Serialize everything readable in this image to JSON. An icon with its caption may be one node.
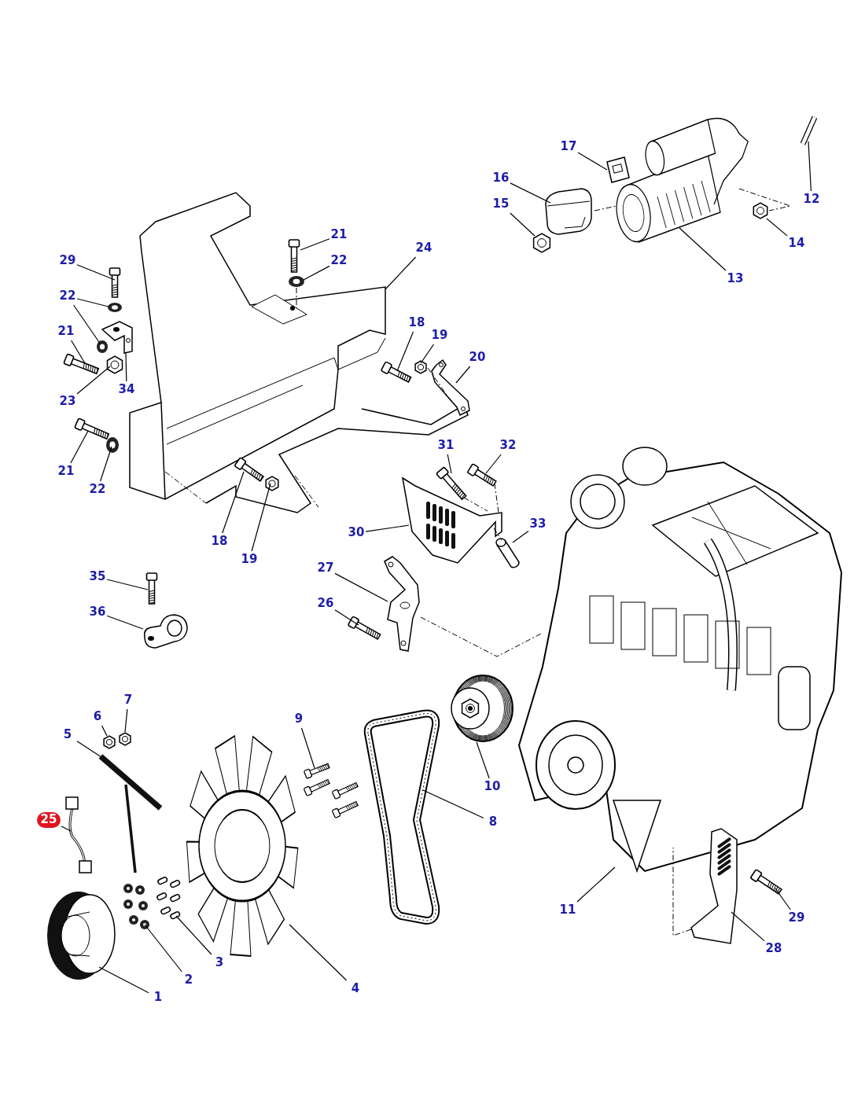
{
  "diagram": {
    "nodes": [
      {
        "text": [
          "17"
        ]
      },
      {
        "text": [],
        "shape": "picture"
      },
      {
        "text": [
          "16"
        ]
      },
      {
        "text": [],
        "shape": "picture"
      },
      {
        "text": [
          "12"
        ]
      },
      {
        "text": [],
        "shape": "picture"
      },
      {
        "text": [
          "15"
        ]
      },
      {
        "text": [],
        "shape": "picture"
      },
      {
        "text": [
          "14"
        ]
      },
      {
        "text": [],
        "shape": "picture"
      },
      {
        "text": [
          "13"
        ]
      },
      {
        "text": [],
        "shape": "picture"
      },
      {
        "text": [
          "21"
        ]
      },
      {
        "text": [],
        "shape": "picture"
      },
      {
        "text": [
          "29"
        ]
      },
      {
        "text": [],
        "shape": "picture"
      },
      {
        "text": [
          "24"
        ]
      },
      {
        "text": [],
        "shape": "picture"
      },
      {
        "text": [
          "22"
        ]
      },
      {
        "text": [],
        "shape": "picture"
      },
      {
        "text": [
          "22"
        ]
      },
      {
        "text": [],
        "shape": "picture"
      },
      {
        "text": [],
        "shape": "picture"
      },
      {
        "text": [
          "18"
        ]
      },
      {
        "text": [],
        "shape": "picture"
      },
      {
        "text": [
          "21"
        ]
      },
      {
        "text": [],
        "shape": "picture"
      },
      {
        "text": [
          "19"
        ]
      },
      {
        "text": [],
        "shape": "picture"
      },
      {
        "text": [
          "34"
        ]
      },
      {
        "text": [],
        "shape": "picture"
      },
      {
        "text": [
          "20"
        ]
      },
      {
        "text": [],
        "shape": "picture"
      },
      {
        "text": [
          "23"
        ]
      },
      {
        "text": [],
        "shape": "picture"
      },
      {
        "text": [
          "21"
        ]
      },
      {
        "text": [],
        "shape": "picture"
      },
      {
        "text": [
          "31"
        ]
      },
      {
        "text": [],
        "shape": "picture"
      },
      {
        "text": [
          "32"
        ]
      },
      {
        "text": [],
        "shape": "picture"
      },
      {
        "text": [
          "22"
        ]
      },
      {
        "text": [],
        "shape": "picture"
      },
      {
        "text": [
          "18"
        ]
      },
      {
        "text": [],
        "shape": "picture"
      },
      {
        "text": [
          "33"
        ]
      },
      {
        "text": [],
        "shape": "picture"
      },
      {
        "text": [
          "30"
        ]
      },
      {
        "text": [],
        "shape": "picture"
      },
      {
        "text": [
          "19"
        ]
      },
      {
        "text": [],
        "shape": "picture"
      },
      {
        "text": [
          "27"
        ]
      },
      {
        "text": [],
        "shape": "picture"
      },
      {
        "text": [
          "35"
        ]
      },
      {
        "text": [],
        "shape": "picture"
      },
      {
        "text": [
          "26"
        ]
      },
      {
        "text": [],
        "shape": "picture"
      },
      {
        "text": [
          "36"
        ]
      },
      {
        "text": [],
        "shape": "picture"
      },
      {
        "text": [
          "7"
        ]
      },
      {
        "text": [],
        "shape": "picture"
      },
      {
        "text": [
          "6"
        ]
      },
      {
        "text": [],
        "shape": "picture"
      },
      {
        "text": [
          "9"
        ]
      },
      {
        "text": [],
        "shape": "picture"
      },
      {
        "text": [
          "5"
        ]
      },
      {
        "text": [],
        "shape": "picture"
      },
      {
        "text": [
          "10"
        ]
      },
      {
        "text": [],
        "shape": "picture"
      },
      {
        "text": [
          "25"
        ]
      },
      {
        "text": [],
        "shape": "picture"
      },
      {
        "text": [
          "8"
        ]
      },
      {
        "text": [],
        "shape": "picture"
      },
      {
        "text": [
          "11"
        ]
      },
      {
        "text": [],
        "shape": "picture"
      },
      {
        "text": [
          "29"
        ]
      },
      {
        "text": [],
        "shape": "picture"
      },
      {
        "text": [
          "3"
        ]
      },
      {
        "text": [],
        "shape": "picture"
      },
      {
        "text": [
          "28"
        ]
      },
      {
        "text": [],
        "shape": "picture"
      },
      {
        "text": [
          "2"
        ]
      },
      {
        "text": [],
        "shape": "picture"
      },
      {
        "text": [
          "4"
        ]
      },
      {
        "text": [],
        "shape": "picture"
      },
      {
        "text": [
          "1"
        ]
      },
      {
        "text": [],
        "shape": "picture"
      }
    ],
    "edges": [
      {
        "from": 0,
        "to": 1,
        "arrow": "none"
      },
      {
        "from": 2,
        "to": 3,
        "arrow": "none"
      },
      {
        "from": 4,
        "to": 5,
        "arrow": "none"
      },
      {
        "from": 6,
        "to": 7,
        "arrow": "none"
      },
      {
        "from": 8,
        "to": 9,
        "arrow": "none"
      },
      {
        "from": 10,
        "to": 11,
        "arrow": "none"
      },
      {
        "from": 12,
        "to": 13,
        "arrow": "none"
      },
      {
        "from": 14,
        "to": 15,
        "arrow": "none"
      },
      {
        "from": 16,
        "to": 17,
        "arrow": "none"
      },
      {
        "from": 18,
        "to": 19,
        "arrow": "none"
      },
      {
        "from": 20,
        "to": 21,
        "arrow": "none"
      },
      {
        "from": 20,
        "to": 22,
        "arrow": "none"
      },
      {
        "from": 23,
        "to": 24,
        "arrow": "none"
      },
      {
        "from": 25,
        "to": 26,
        "arrow": "none"
      },
      {
        "from": 27,
        "to": 28,
        "arrow": "none"
      },
      {
        "from": 29,
        "to": 30,
        "arrow": "none"
      },
      {
        "from": 31,
        "to": 32,
        "arrow": "none"
      },
      {
        "from": 33,
        "to": 34,
        "arrow": "none"
      },
      {
        "from": 35,
        "to": 36,
        "arrow": "none"
      },
      {
        "from": 37,
        "to": 38,
        "arrow": "none"
      },
      {
        "from": 39,
        "to": 40,
        "arrow": "none"
      },
      {
        "from": 41,
        "to": 42,
        "arrow": "none"
      },
      {
        "from": 43,
        "to": 44,
        "arrow": "none"
      },
      {
        "from": 45,
        "to": 46,
        "arrow": "none"
      },
      {
        "from": 47,
        "to": 48,
        "arrow": "none"
      },
      {
        "from": 49,
        "to": 50,
        "arrow": "none"
      },
      {
        "from": 51,
        "to": 52,
        "arrow": "none"
      },
      {
        "from": 53,
        "to": 54,
        "arrow": "none"
      },
      {
        "from": 55,
        "to": 56,
        "arrow": "none"
      },
      {
        "from": 57,
        "to": 58,
        "arrow": "none"
      },
      {
        "from": 59,
        "to": 60,
        "arrow": "none"
      },
      {
        "from": 61,
        "to": 62,
        "arrow": "none"
      },
      {
        "from": 63,
        "to": 64,
        "arrow": "none"
      },
      {
        "from": 65,
        "to": 66,
        "arrow": "none"
      },
      {
        "from": 67,
        "to": 68,
        "arrow": "none"
      },
      {
        "from": 69,
        "to": 70,
        "arrow": "none"
      },
      {
        "from": 71,
        "to": 72,
        "arrow": "none"
      },
      {
        "from": 73,
        "to": 74,
        "arrow": "none"
      },
      {
        "from": 75,
        "to": 76,
        "arrow": "none"
      },
      {
        "from": 77,
        "to": 78,
        "arrow": "none"
      },
      {
        "from": 79,
        "to": 80,
        "arrow": "none"
      },
      {
        "from": 81,
        "to": 82,
        "arrow": "none"
      },
      {
        "from": 83,
        "to": 84,
        "arrow": "none"
      },
      {
        "from": 85,
        "to": 86,
        "arrow": "none"
      },
      {
        "from": 52,
        "to": 74,
        "arrow": "none",
        "style": "dashed"
      },
      {
        "from": 11,
        "to": 9,
        "arrow": "none",
        "style": "dashed"
      },
      {
        "from": 3,
        "to": 11,
        "arrow": "none",
        "style": "dashed"
      },
      {
        "from": 19,
        "to": 17,
        "arrow": "none",
        "style": "dashed"
      },
      {
        "from": 28,
        "to": 32,
        "arrow": "none",
        "style": "dashed"
      },
      {
        "from": 38,
        "to": 48,
        "arrow": "none",
        "style": "dashed"
      },
      {
        "from": 40,
        "to": 48,
        "arrow": "none",
        "style": "dashed"
      },
      {
        "from": 80,
        "to": 74,
        "arrow": "none",
        "style": "dashed"
      },
      {
        "from": 48,
        "to": 46,
        "arrow": "none",
        "style": "dashed"
      }
    ]
  }
}
